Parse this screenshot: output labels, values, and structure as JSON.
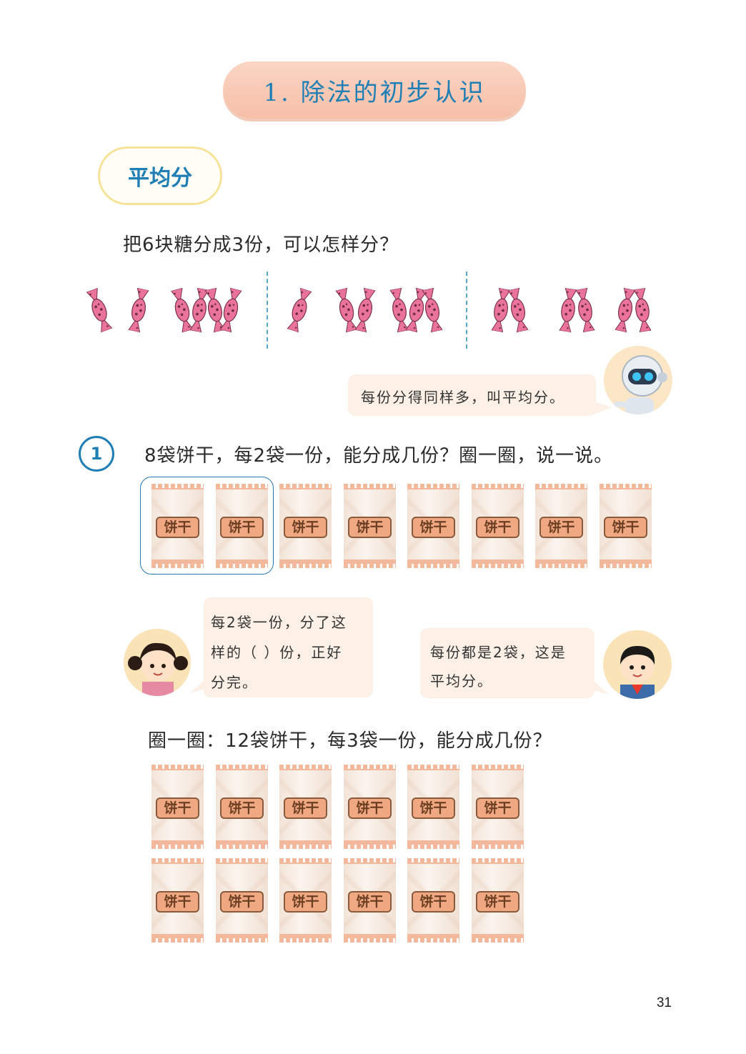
{
  "title": "1. 除法的初步认识",
  "section": "平均分",
  "question1": "把6块糖分成3份，可以怎样分？",
  "robot_bubble": "每份分得同样多，叫平均分。",
  "exercise": {
    "number": "1",
    "prompt": "8袋饼干，每2袋一份，能分成几份？圈一圈，说一说。",
    "biscuit_label": "饼干",
    "girl_bubble_lines": [
      "每2袋一份，分了这",
      "样的（  ）份，正好",
      "分完。"
    ],
    "boy_bubble_lines": [
      "每份都是2袋，这是",
      "平均分。"
    ],
    "prompt2": "圈一圈：12袋饼干，每3袋一份，能分成几份？"
  },
  "page_number": "31",
  "colors": {
    "accent": "#1f7fb5",
    "candy": "#e9739a",
    "title_bg": "#f8c9b4"
  }
}
